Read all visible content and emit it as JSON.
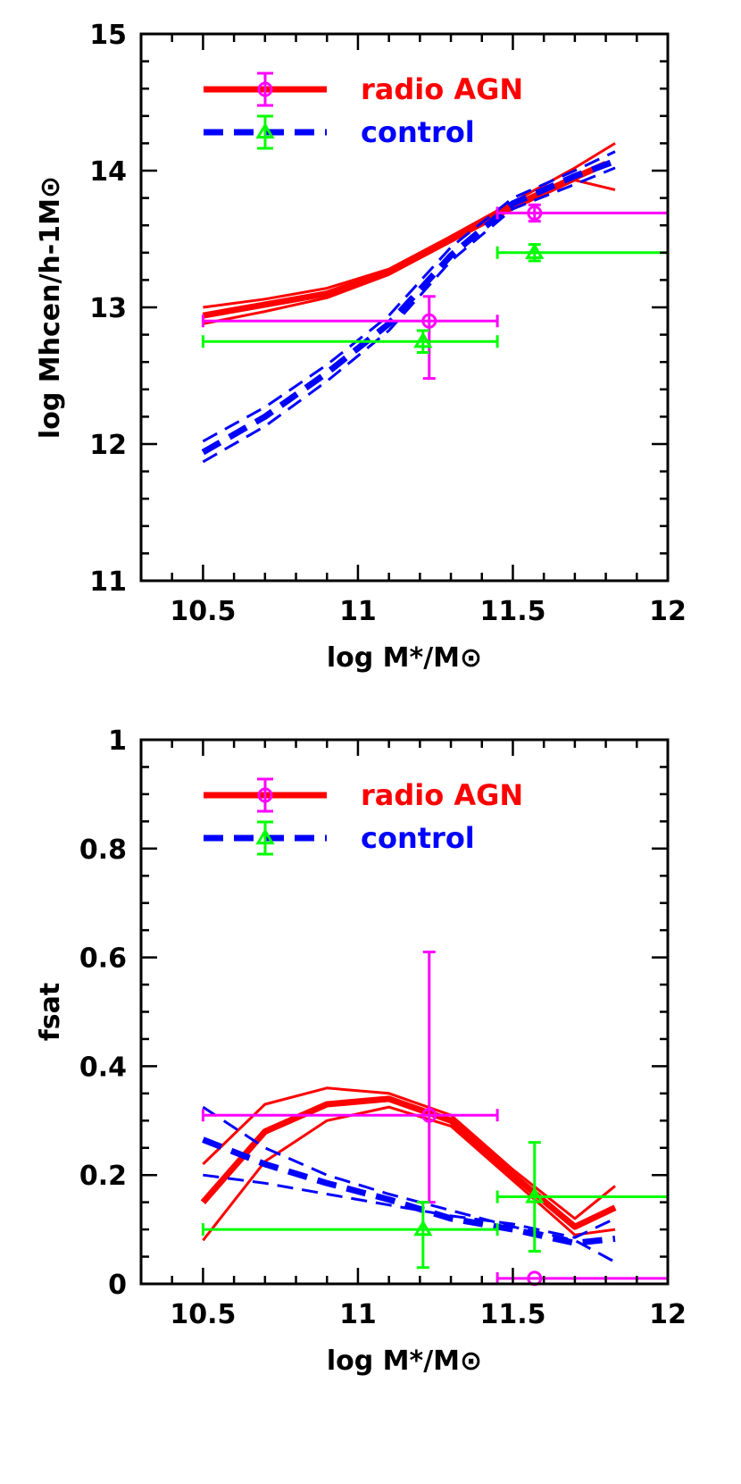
{
  "chart_data": [
    {
      "type": "line",
      "xlabel": "log M*/M⊙",
      "ylabel": "log Mhcen/h-1M⊙",
      "xlim": [
        10.3,
        12
      ],
      "ylim": [
        11,
        15
      ],
      "xticks": [
        10.5,
        11,
        11.5,
        12
      ],
      "xtick_labels": [
        "10.5",
        "11",
        "11.5",
        "12"
      ],
      "yticks": [
        11,
        12,
        13,
        14,
        15
      ],
      "ytick_labels": [
        "11",
        "12",
        "13",
        "14",
        "15"
      ],
      "legend_position": "top-left",
      "legend": [
        {
          "label": "radio AGN",
          "color": "#ff0000",
          "marker": "circle",
          "marker_color": "#ff00ff",
          "dash": "solid"
        },
        {
          "label": "control",
          "color": "#0000ff",
          "marker": "triangle",
          "marker_color": "#00ff00",
          "dash": "dashed"
        }
      ],
      "series": [
        {
          "group": "radio AGN",
          "color": "#ff0000",
          "dash": "solid",
          "width": 7,
          "x": [
            10.5,
            10.7,
            10.9,
            11.1,
            11.3,
            11.5,
            11.7,
            11.8
          ],
          "y": [
            12.94,
            13.02,
            13.1,
            13.26,
            13.5,
            13.74,
            13.95,
            14.05
          ]
        },
        {
          "group": "radio AGN",
          "color": "#ff0000",
          "dash": "solid",
          "width": 3,
          "x": [
            10.5,
            10.7,
            10.9,
            11.1,
            11.3,
            11.5,
            11.7,
            11.83
          ],
          "y": [
            13.0,
            13.06,
            13.14,
            13.28,
            13.52,
            13.77,
            14.02,
            14.2
          ]
        },
        {
          "group": "radio AGN",
          "color": "#ff0000",
          "dash": "solid",
          "width": 3,
          "x": [
            10.5,
            10.7,
            10.9,
            11.1,
            11.3,
            11.5,
            11.7,
            11.83
          ],
          "y": [
            12.88,
            12.97,
            13.07,
            13.24,
            13.48,
            13.72,
            13.93,
            13.86
          ]
        },
        {
          "group": "control",
          "color": "#0000ff",
          "dash": "dashed",
          "width": 7,
          "x": [
            10.5,
            10.7,
            10.9,
            11.1,
            11.3,
            11.5,
            11.7,
            11.83
          ],
          "y": [
            11.94,
            12.2,
            12.52,
            12.88,
            13.38,
            13.76,
            13.96,
            14.07
          ]
        },
        {
          "group": "control",
          "color": "#0000ff",
          "dash": "dashed",
          "width": 3,
          "x": [
            10.5,
            10.7,
            10.9,
            11.1,
            11.3,
            11.5,
            11.7,
            11.83
          ],
          "y": [
            12.02,
            12.27,
            12.58,
            12.94,
            13.44,
            13.8,
            14.0,
            14.14
          ]
        },
        {
          "group": "control",
          "color": "#0000ff",
          "dash": "dashed",
          "width": 3,
          "x": [
            10.5,
            10.7,
            10.9,
            11.1,
            11.3,
            11.5,
            11.7,
            11.83
          ],
          "y": [
            11.87,
            12.13,
            12.46,
            12.83,
            13.34,
            13.72,
            13.9,
            14.02
          ]
        }
      ],
      "points": [
        {
          "group": "radio AGN",
          "marker": "circle",
          "color": "#ff00ff",
          "x": 11.23,
          "y": 12.9,
          "xerr": [
            10.5,
            11.45
          ],
          "yerr": [
            12.48,
            13.08
          ]
        },
        {
          "group": "radio AGN",
          "marker": "circle",
          "color": "#ff00ff",
          "x": 11.57,
          "y": 13.69,
          "xerr": [
            11.45,
            12.0
          ],
          "yerr": [
            13.63,
            13.75
          ]
        },
        {
          "group": "control",
          "marker": "triangle",
          "color": "#00ff00",
          "x": 11.21,
          "y": 12.75,
          "xerr": [
            10.5,
            11.45
          ],
          "yerr": [
            12.67,
            12.83
          ]
        },
        {
          "group": "control",
          "marker": "triangle",
          "color": "#00ff00",
          "x": 11.57,
          "y": 13.4,
          "xerr": [
            11.45,
            12.0
          ],
          "yerr": [
            13.34,
            13.46
          ]
        }
      ]
    },
    {
      "type": "line",
      "xlabel": "log M*/M⊙",
      "ylabel": "fsat",
      "xlim": [
        10.3,
        12
      ],
      "ylim": [
        0,
        1
      ],
      "xticks": [
        10.5,
        11,
        11.5,
        12
      ],
      "xtick_labels": [
        "10.5",
        "11",
        "11.5",
        "12"
      ],
      "yticks": [
        0,
        0.2,
        0.4,
        0.6,
        0.8,
        1
      ],
      "ytick_labels": [
        "0",
        "0.2",
        "0.4",
        "0.6",
        "0.8",
        "1"
      ],
      "legend_position": "top-left",
      "legend": [
        {
          "label": "radio AGN",
          "color": "#ff0000",
          "marker": "circle",
          "marker_color": "#ff00ff",
          "dash": "solid"
        },
        {
          "label": "control",
          "color": "#0000ff",
          "marker": "triangle",
          "marker_color": "#00ff00",
          "dash": "dashed"
        }
      ],
      "series": [
        {
          "group": "radio AGN",
          "color": "#ff0000",
          "dash": "solid",
          "width": 7,
          "x": [
            10.5,
            10.7,
            10.9,
            11.1,
            11.3,
            11.5,
            11.7,
            11.83
          ],
          "y": [
            0.15,
            0.28,
            0.33,
            0.34,
            0.3,
            0.2,
            0.105,
            0.14
          ]
        },
        {
          "group": "radio AGN",
          "color": "#ff0000",
          "dash": "solid",
          "width": 3,
          "x": [
            10.5,
            10.7,
            10.9,
            11.1,
            11.3,
            11.5,
            11.7,
            11.83
          ],
          "y": [
            0.22,
            0.33,
            0.36,
            0.35,
            0.31,
            0.21,
            0.12,
            0.18
          ]
        },
        {
          "group": "radio AGN",
          "color": "#ff0000",
          "dash": "solid",
          "width": 3,
          "x": [
            10.5,
            10.7,
            10.9,
            11.1,
            11.3,
            11.5,
            11.7,
            11.83
          ],
          "y": [
            0.08,
            0.225,
            0.3,
            0.325,
            0.29,
            0.19,
            0.09,
            0.1
          ]
        },
        {
          "group": "control",
          "color": "#0000ff",
          "dash": "dashed",
          "width": 7,
          "x": [
            10.5,
            10.7,
            10.9,
            11.1,
            11.3,
            11.5,
            11.7,
            11.83
          ],
          "y": [
            0.265,
            0.22,
            0.185,
            0.155,
            0.12,
            0.1,
            0.075,
            0.083
          ]
        },
        {
          "group": "control",
          "color": "#0000ff",
          "dash": "dashed",
          "width": 3,
          "x": [
            10.5,
            10.7,
            10.9,
            11.1,
            11.3,
            11.5,
            11.7,
            11.83
          ],
          "y": [
            0.325,
            0.25,
            0.2,
            0.165,
            0.135,
            0.105,
            0.08,
            0.04
          ]
        },
        {
          "group": "control",
          "color": "#0000ff",
          "dash": "dashed",
          "width": 3,
          "x": [
            10.5,
            10.7,
            10.9,
            11.1,
            11.3,
            11.5,
            11.7,
            11.83
          ],
          "y": [
            0.2,
            0.185,
            0.165,
            0.145,
            0.125,
            0.11,
            0.085,
            0.12
          ]
        }
      ],
      "points": [
        {
          "group": "radio AGN",
          "marker": "circle",
          "color": "#ff00ff",
          "x": 11.23,
          "y": 0.31,
          "xerr": [
            10.5,
            11.45
          ],
          "yerr": [
            0.15,
            0.61
          ]
        },
        {
          "group": "radio AGN",
          "marker": "circle",
          "color": "#ff00ff",
          "x": 11.57,
          "y": 0.01,
          "xerr": [
            11.45,
            12.0
          ],
          "yerr": [
            0.01,
            0.01
          ]
        },
        {
          "group": "control",
          "marker": "triangle",
          "color": "#00ff00",
          "x": 11.21,
          "y": 0.1,
          "xerr": [
            10.5,
            11.45
          ],
          "yerr": [
            0.03,
            0.15
          ]
        },
        {
          "group": "control",
          "marker": "triangle",
          "color": "#00ff00",
          "x": 11.57,
          "y": 0.16,
          "xerr": [
            11.45,
            12.0
          ],
          "yerr": [
            0.06,
            0.26
          ]
        }
      ]
    }
  ]
}
